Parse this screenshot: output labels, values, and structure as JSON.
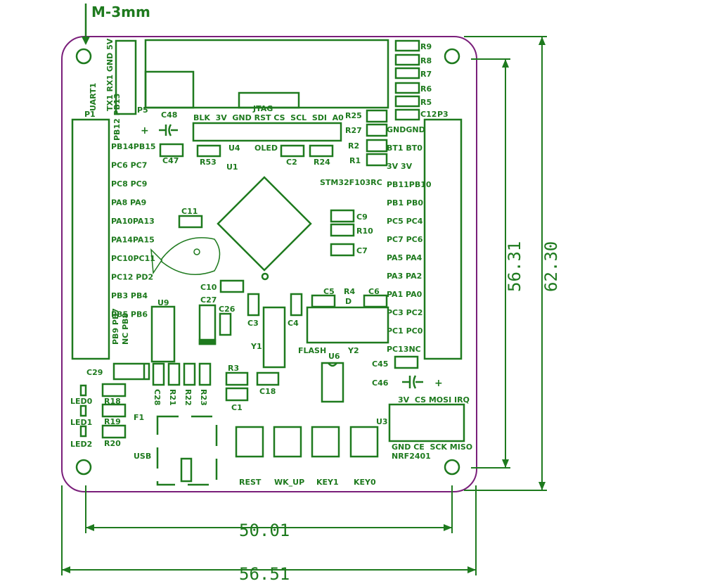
{
  "annotations": {
    "mount_hole": "M-3mm",
    "dim_inner_width": "50.01",
    "dim_outer_width": "56.51",
    "dim_inner_height": "56.31",
    "dim_outer_height": "62.30"
  },
  "labels": {
    "uart": "UART1",
    "uart_pins": "TX1 RX1 GND 5V",
    "p5": "P5",
    "p1": "P1",
    "p3": "P3",
    "jtag": "JTAG",
    "jtag_pins": "BLK  3V  GND RST CS  SCL  SDI  A0",
    "u4": "U4",
    "oled": "OLED",
    "u1": "U1",
    "c48": "C48",
    "c47": "C47",
    "r53": "R53",
    "c2": "C2",
    "r24": "R24",
    "mcu": "STM32F103RC",
    "c11": "C11",
    "c9": "C9",
    "r10": "R10",
    "c7": "C7",
    "c10": "C10",
    "c5": "C5",
    "r4": "R4",
    "d": "D",
    "c6": "C6",
    "u9": "U9",
    "c27": "C27",
    "c26": "C26",
    "c3": "C3",
    "c4": "C4",
    "y1": "Y1",
    "flash": "FLASH",
    "u6": "U6",
    "y2": "Y2",
    "c29": "C29",
    "c28": "C28",
    "r21": "R21",
    "r22": "R22",
    "r23": "R23",
    "r3": "R3",
    "c18": "C18",
    "c1": "C1",
    "r18": "R18",
    "r19": "R19",
    "r20": "R20",
    "led0": "LED0",
    "led1": "LED1",
    "led2": "LED2",
    "f1": "F1",
    "usb": "USB",
    "rest": "REST",
    "wk_up": "WK_UP",
    "key1": "KEY1",
    "key0": "KEY0",
    "c45": "C45",
    "c46": "C46",
    "u3": "U3",
    "nrf_top": "3V  CS MOSI IRQ",
    "nrf_bot": "GND CE  SCK MISO",
    "nrf": "NRF2401",
    "r25": "R25",
    "r27": "R27",
    "r2": "R2",
    "r1": "R1",
    "r9": "R9",
    "r8": "R8",
    "r7": "R7",
    "r6": "R6",
    "r5": "R5",
    "c12": "C12",
    "nc_pb8": "NC PB8",
    "pb9_pb7": "PB9 PB7",
    "plus": "+"
  },
  "left_header": [
    "PB12 PB13",
    "PB14PB15",
    "PC6 PC7",
    "PC8 PC9",
    "PA8 PA9",
    "PA10PA13",
    "PA14PA15",
    "PC10PC11",
    "PC12 PD2",
    "PB3 PB4",
    "PB5 PB6"
  ],
  "right_header": [
    "GNDGND",
    "BT1 BT0",
    "3V  3V",
    "PB11PB10",
    "PB1 PB0",
    "PC5 PC4",
    "PC7 PC6",
    "PA5 PA4",
    "PA3 PA2",
    "PA1 PA0",
    "PC3 PC2",
    "PC1 PC0",
    "PC13NC"
  ],
  "colors": {
    "silkscreen": "#1e7a1e",
    "board_outline": "#7a1e7a",
    "background": "#ffffff"
  }
}
